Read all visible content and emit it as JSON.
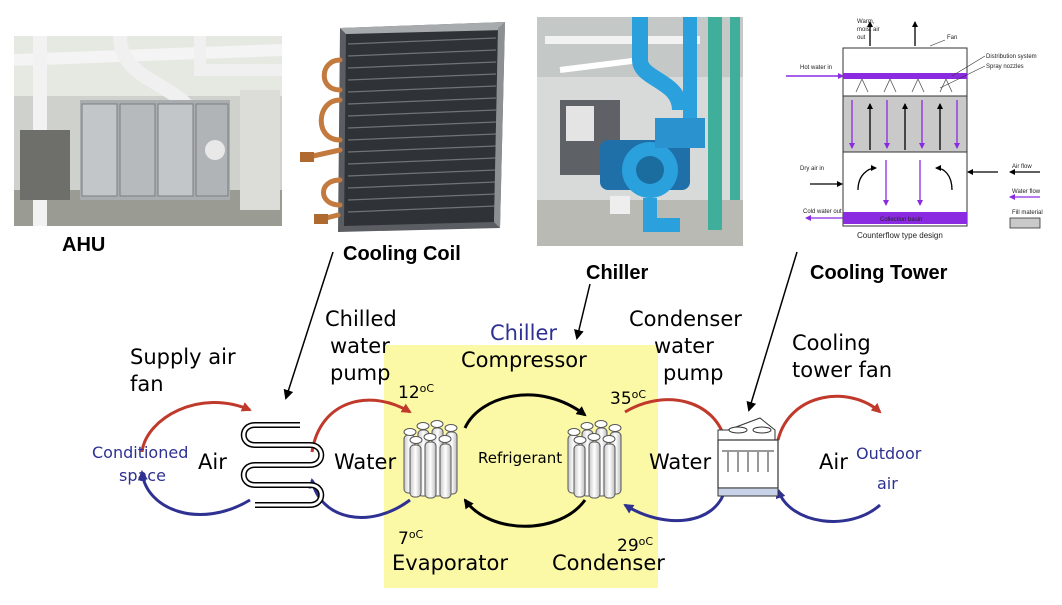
{
  "photos": {
    "ahu_caption": "AHU",
    "coil_caption": "Cooling Coil",
    "chiller_caption": "Chiller",
    "tower_caption": "Cooling Tower"
  },
  "tower_figure": {
    "warm_air_out": [
      "Warm,",
      "moist air",
      "out"
    ],
    "fan": "Fan",
    "distribution_system": "Distribution system",
    "spray_nozzles": "Spray nozzles",
    "hot_water_in": "Hot water in",
    "dry_air_in": "Dry air in",
    "cold_water_out": "Cold water out",
    "collection_basin": "Collection basin",
    "legend_air_flow": "Air flow",
    "legend_water_flow": "Water flow",
    "legend_fill_material": "Fill material",
    "caption": "Counterflow type design"
  },
  "diagram": {
    "supply_air_fan": [
      "Supply air",
      "fan"
    ],
    "chilled_water_pump": [
      "Chilled",
      "water",
      "pump"
    ],
    "chiller_label": "Chiller",
    "compressor": "Compressor",
    "condenser_water_pump": [
      "Condenser",
      "water",
      "pump"
    ],
    "cooling_tower_fan": [
      "Cooling",
      "tower fan"
    ],
    "conditioned_space": [
      "Conditioned",
      "space"
    ],
    "air_left": "Air",
    "water_left": "Water",
    "refrigerant": "Refrigerant",
    "water_right": "Water",
    "air_right": "Air",
    "outdoor_air": [
      "Outdoor",
      "air"
    ],
    "temp_12": "12",
    "temp_35": "35",
    "temp_7": "7",
    "temp_29": "29",
    "degree_unit": "oC",
    "evaporator": "Evaporator",
    "condenser": "Condenser"
  },
  "colors": {
    "red_arrow": "#c0392b",
    "blue_arrow": "#2e3192",
    "chiller_box": "#fbf8a6",
    "tower_purple": "#8a2be2",
    "pipe_blue": "#2aa0dd"
  }
}
